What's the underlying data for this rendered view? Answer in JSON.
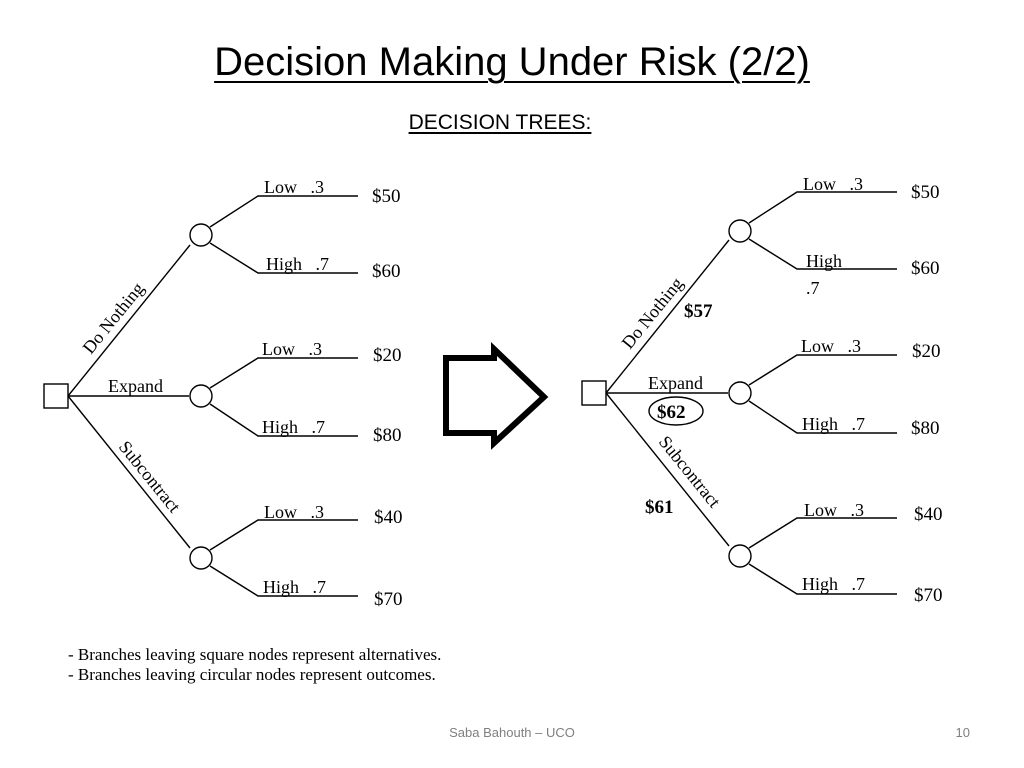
{
  "slide": {
    "title": "Decision Making Under Risk (2/2)",
    "subtitle": "DECISION  TREES:",
    "notes": [
      "- Branches leaving square nodes represent alternatives.",
      "- Branches leaving circular nodes represent outcomes."
    ],
    "footer_author": "Saba Bahouth – UCO",
    "page_number": "10"
  },
  "left_tree": {
    "alternatives": [
      "Do Nothing",
      "Expand",
      "Subcontract"
    ],
    "outcomes": [
      {
        "label": "Low   .3",
        "payoff": "$50"
      },
      {
        "label": "High   .7",
        "payoff": "$60"
      },
      {
        "label": "Low   .3",
        "payoff": "$20"
      },
      {
        "label": "High   .7",
        "payoff": "$80"
      },
      {
        "label": "Low   .3",
        "payoff": "$40"
      },
      {
        "label": "High   .7",
        "payoff": "$70"
      }
    ]
  },
  "right_tree": {
    "alternatives": [
      "Do Nothing",
      "Expand",
      "Subcontract"
    ],
    "expected_values": [
      "$57",
      "$62",
      "$61"
    ],
    "outcomes": [
      {
        "label": "Low   .3",
        "payoff": "$50"
      },
      {
        "label": "High",
        "label_line2": ".7",
        "payoff": "$60"
      },
      {
        "label": "Low   .3",
        "payoff": "$20"
      },
      {
        "label": "High   .7",
        "payoff": "$80"
      },
      {
        "label": "Low   .3",
        "payoff": "$40"
      },
      {
        "label": "High   .7",
        "payoff": "$70"
      }
    ]
  }
}
